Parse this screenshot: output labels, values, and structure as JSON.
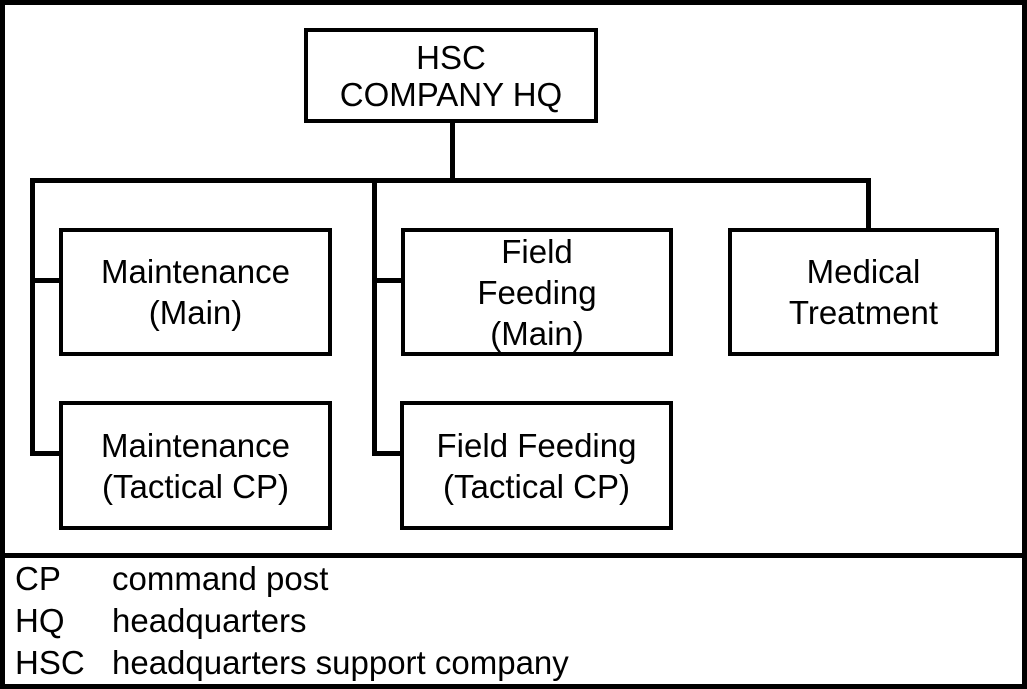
{
  "org": {
    "root": {
      "id": "hsc-company-hq",
      "lines": [
        "HSC",
        "COMPANY HQ"
      ]
    },
    "children": [
      {
        "id": "maintenance-main",
        "parent": "hsc-company-hq",
        "lines": [
          "Maintenance",
          "(Main)"
        ]
      },
      {
        "id": "field-feeding-main",
        "parent": "hsc-company-hq",
        "lines": [
          "Field",
          "Feeding",
          "(Main)"
        ]
      },
      {
        "id": "medical-treatment",
        "parent": "hsc-company-hq",
        "lines": [
          "Medical",
          "Treatment"
        ]
      },
      {
        "id": "maintenance-tactical-cp",
        "parent": "hsc-company-hq",
        "lines": [
          "Maintenance",
          "(Tactical CP)"
        ]
      },
      {
        "id": "field-feeding-tactical-cp",
        "parent": "hsc-company-hq",
        "lines": [
          "Field Feeding",
          "(Tactical CP)"
        ]
      }
    ]
  },
  "legend": {
    "entries": [
      {
        "abbr": "CP",
        "definition": "command post"
      },
      {
        "abbr": "HQ",
        "definition": "headquarters"
      },
      {
        "abbr": "HSC",
        "definition": "headquarters support company"
      }
    ]
  },
  "colors": {
    "line": "#000000",
    "text": "#000000",
    "background": "#ffffff"
  }
}
